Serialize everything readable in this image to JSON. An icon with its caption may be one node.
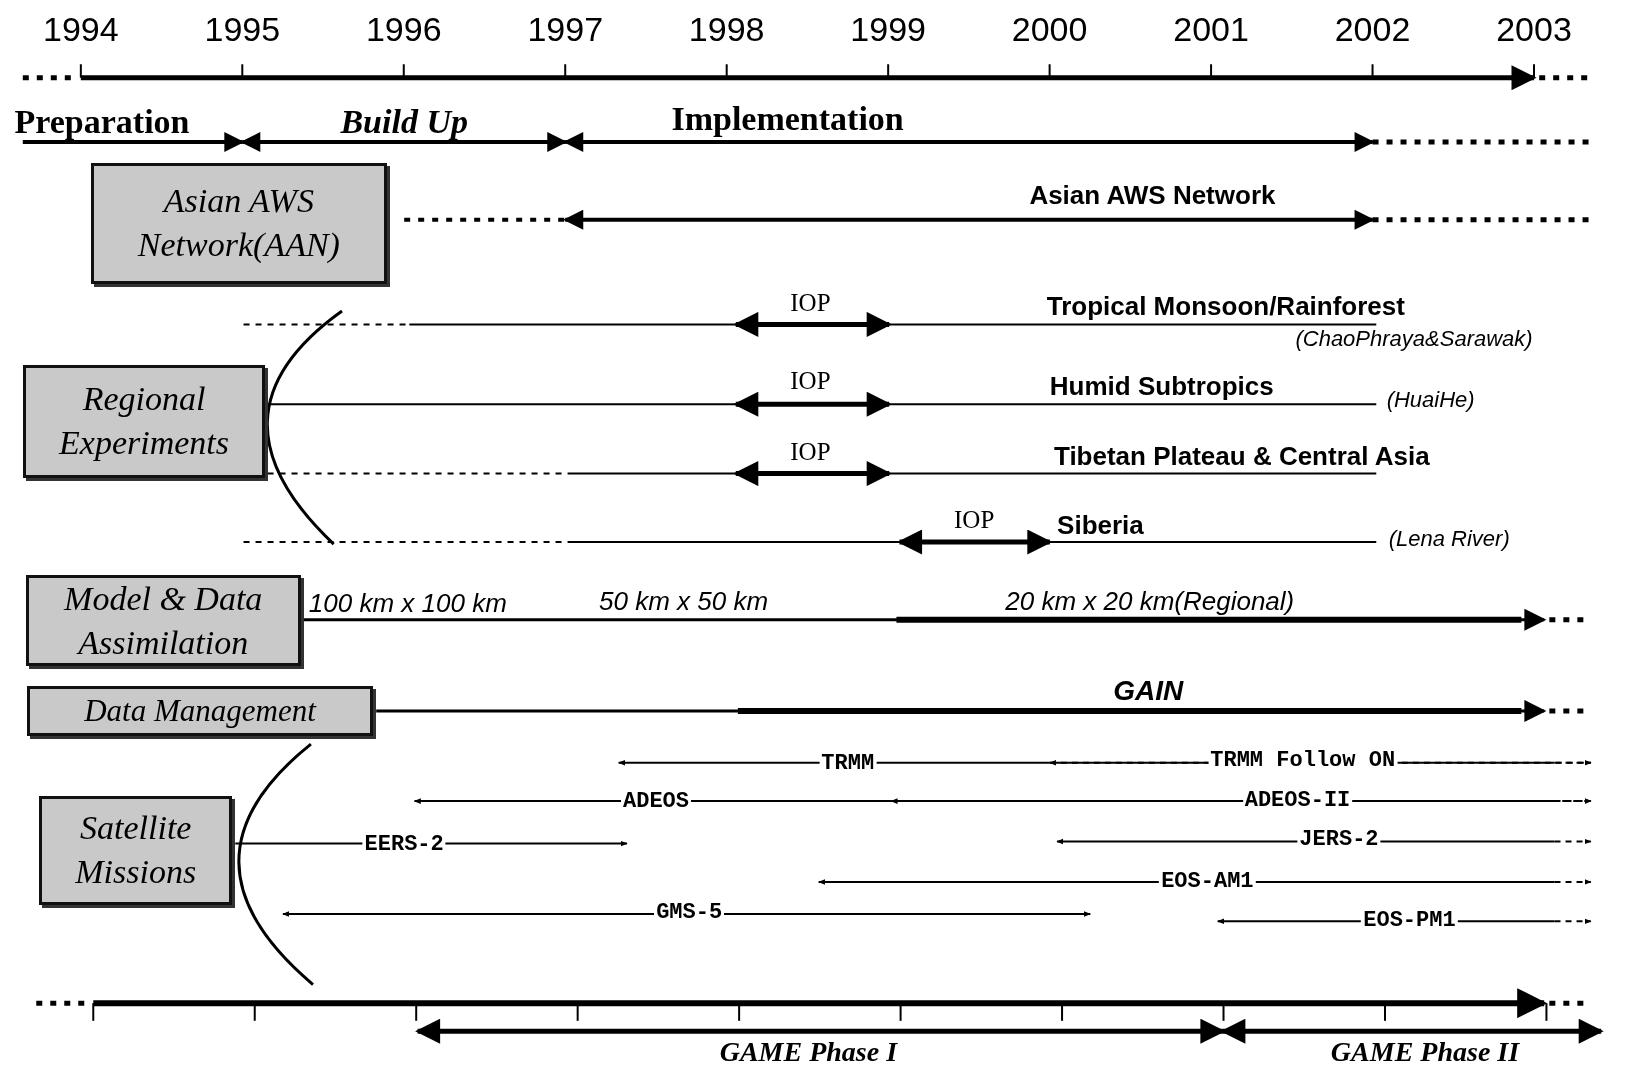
{
  "diagram": {
    "nodes": [
      {
        "text": [
          "Asian AWS Network(AAN)"
        ]
      },
      {
        "text": [
          "Regional Experiments"
        ]
      },
      {
        "text": [
          "Model & Data Assimilation"
        ]
      },
      {
        "text": [
          "Data Management"
        ]
      },
      {
        "text": [
          "Satellite Missions"
        ]
      }
    ],
    "edges": [
      {
        "from": 2,
        "to": null,
        "arrow": "to"
      },
      {
        "from": 3,
        "to": null,
        "arrow": "to",
        "label": "GAIN"
      },
      {
        "from": 4,
        "to": null,
        "arrow": "to",
        "label": "EERS-2"
      }
    ],
    "labels": [
      "1994",
      "1995",
      "1996",
      "1997",
      "1998",
      "1999",
      "2000",
      "2001",
      "2002",
      "2003",
      "Preparation",
      "Build Up",
      "Implementation",
      "Asian AWS Network",
      "IOP",
      "Tropical Monsoon/Rainforest",
      "(ChaoPhraya&Sarawak)",
      "IOP",
      "Humid Subtropics",
      "(HuaiHe)",
      "IOP",
      "Tibetan Plateau & Central Asia",
      "IOP",
      "Siberia",
      "(Lena River)",
      "100 km x 100 km",
      "50 km x 50 km",
      "20 km x 20 km(Regional)",
      "TRMM",
      "TRMM Follow ON",
      "ADEOS",
      "ADEOS-II",
      "JERS-2",
      "EOS-AM1",
      "GMS-5",
      "EOS-PM1",
      "GAME Phase I",
      "GAME Phase II"
    ]
  }
}
